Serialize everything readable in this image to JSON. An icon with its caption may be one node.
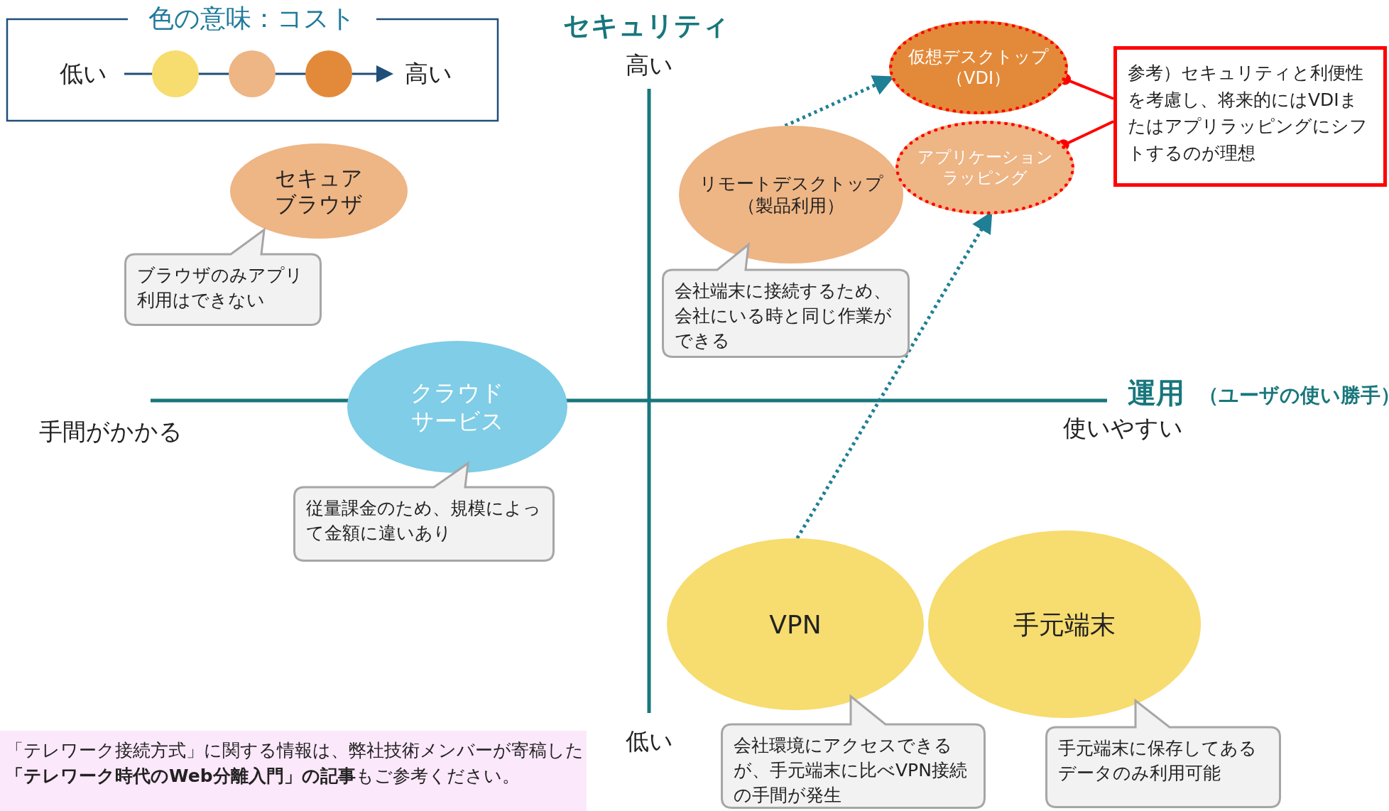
{
  "diagram": {
    "nodes": [
      {
        "text": [
          "セキュアブラウザ"
        ]
      },
      {
        "text": [
          "ブラウザのみアプリ利用はできない"
        ]
      },
      {
        "text": [
          "リモートデスクトップ（製品利用）"
        ]
      },
      {
        "text": [
          "会社端末に接続するため、会社にいる時と同じ作業ができる"
        ]
      },
      {
        "text": [
          "仮想デスクトップ（VDI）"
        ]
      },
      {
        "text": [
          "アプリケーションラッピング"
        ]
      },
      {
        "text": [
          "参考）セキュリティと利便性を考慮し、将来的にはVDIまたはアプリラッピングにシフトするのが理想"
        ]
      },
      {
        "text": [
          "クラウドサービス"
        ]
      },
      {
        "text": [
          "従量課金のため、規模によって金額に違いあり"
        ]
      },
      {
        "text": [
          "VPN"
        ]
      },
      {
        "text": [
          "手元端末"
        ]
      },
      {
        "text": [
          "会社環境にアクセスできるが、手元端末に比べVPN接続の手間が発生"
        ]
      },
      {
        "text": [
          "手元端末に保存してあるデータのみ利用可能"
        ]
      }
    ],
    "edges": [
      {
        "from": 2,
        "to": 4,
        "arrow": "to",
        "style": "dashed",
        "color": "#1f7f95"
      },
      {
        "from": 9,
        "to": 5,
        "arrow": "to",
        "style": "dashed",
        "color": "#1f7f95"
      },
      {
        "from": 6,
        "to": 4,
        "arrow": "other",
        "color": "#ff0000"
      },
      {
        "from": 6,
        "to": 5,
        "arrow": "other",
        "color": "#ff0000"
      }
    ],
    "labels": [
      "色の意味：コスト",
      "セキュリティ",
      "高い",
      "運用",
      "（ユーザの使い勝手）",
      "手間がかかる",
      "使いやすい",
      "低い",
      "「テレワーク接続方式」に関する情報は、弊社技術メンバーが寄稿した**「テレワーク時代のWeb分離入門」の記事**もご参考ください。"
    ],
    "legend": [
      {
        "text": "低い",
        "color": "#f7dc6f"
      },
      {
        "text": "高い",
        "color": "#e38a3a"
      }
    ]
  }
}
